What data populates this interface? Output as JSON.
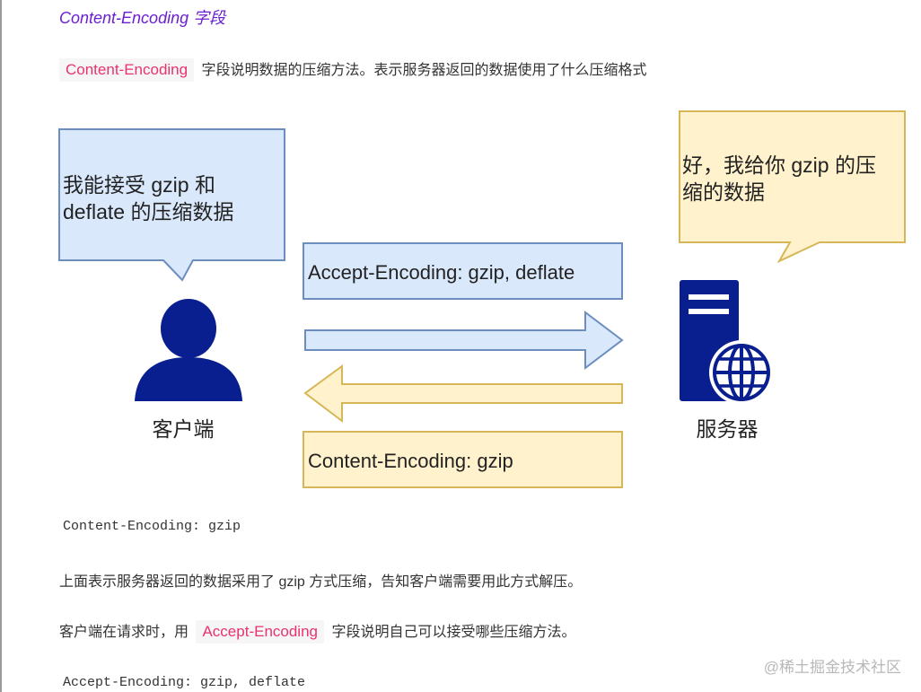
{
  "heading": "Content-Encoding 字段",
  "intro": {
    "code": "Content-Encoding",
    "text": "字段说明数据的压缩方法。表示服务器返回的数据使用了什么压缩格式"
  },
  "diagram": {
    "client_bubble_line1": "我能接受  gzip 和",
    "client_bubble_line2": "deflate 的压缩数据",
    "server_bubble_line1": "好，我给你 gzip 的压",
    "server_bubble_line2": "缩的数据",
    "request_header": "Accept-Encoding: gzip, deflate",
    "response_header": "Content-Encoding: gzip",
    "client_label": "客户端",
    "server_label": "服务器"
  },
  "code1": "Content-Encoding: gzip",
  "para2": "上面表示服务器返回的数据采用了 gzip 方式压缩，告知客户端需要用此方式解压。",
  "para3": {
    "before": "客户端在请求时，用",
    "code": "Accept-Encoding",
    "after": "字段说明自己可以接受哪些压缩方法。"
  },
  "code2": "Accept-Encoding: gzip, deflate",
  "watermark": "@稀土掘金技术社区",
  "colors": {
    "blue_fill": "#dae8fc",
    "blue_stroke": "#6c8ebf",
    "yellow_fill": "#fff2cc",
    "yellow_stroke": "#d6b656",
    "icon": "#0a1f8f",
    "code_text": "#e8336d",
    "heading": "#6a1fd0"
  }
}
